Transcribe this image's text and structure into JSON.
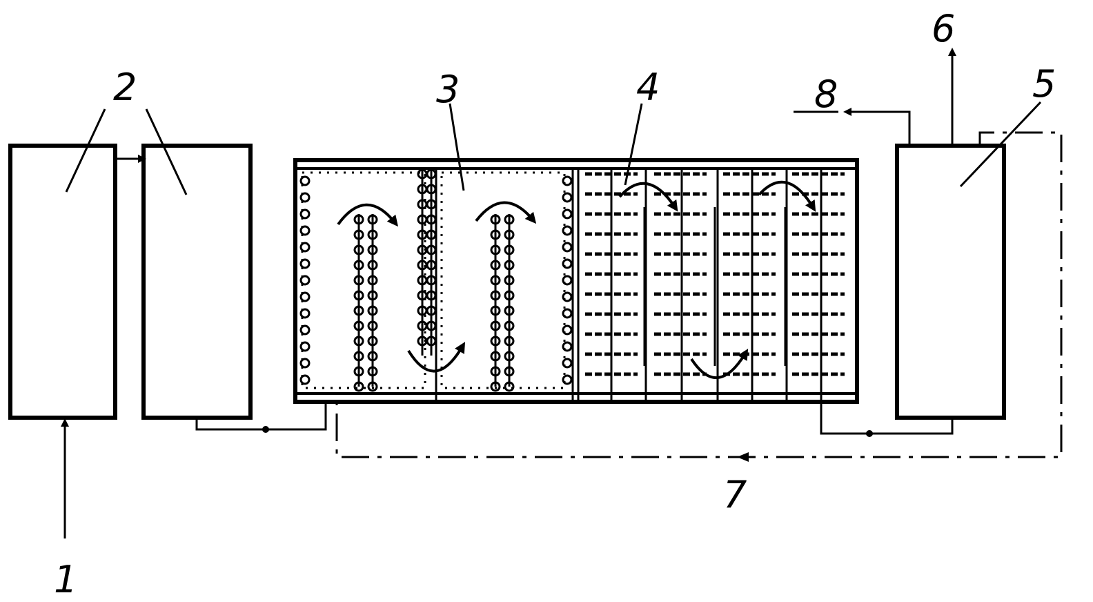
{
  "labels": {
    "l1": "1",
    "l2": "2",
    "l3": "3",
    "l4": "4",
    "l5": "5",
    "l6": "6",
    "l7": "7",
    "l8": "8"
  },
  "colors": {
    "ink": "#000000",
    "background": "#ffffff"
  }
}
